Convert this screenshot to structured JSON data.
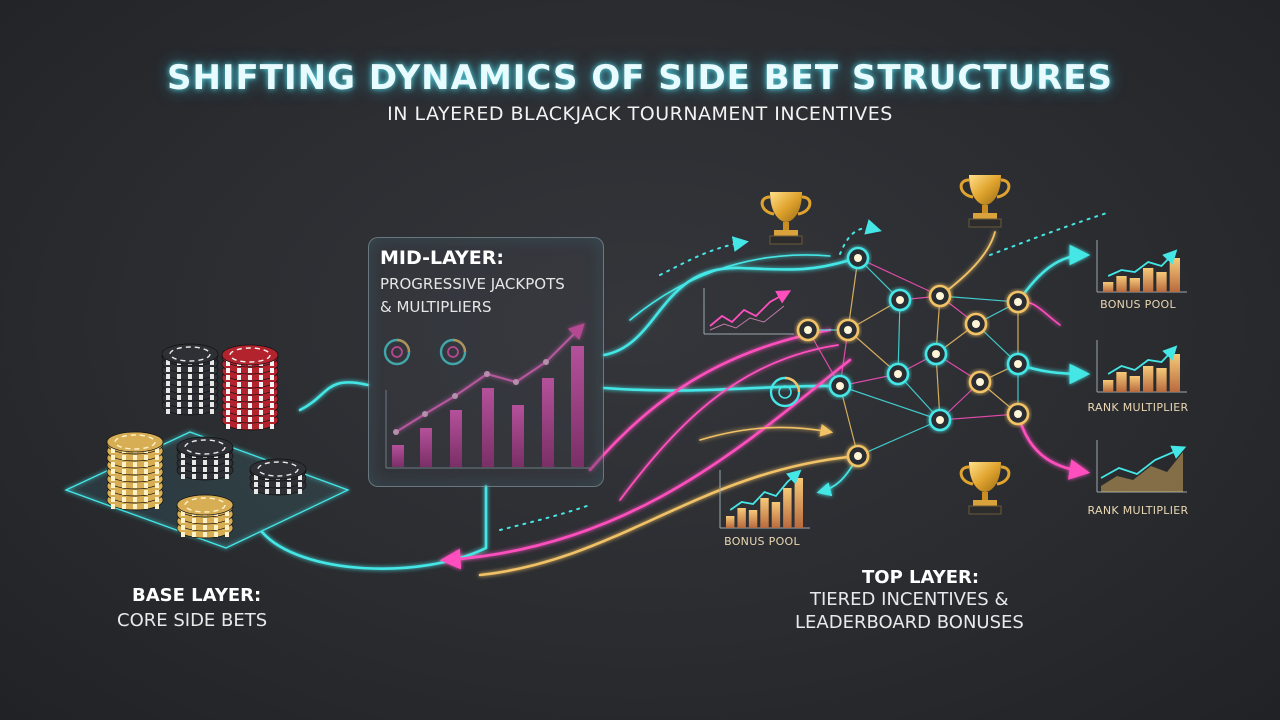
{
  "header": {
    "title": "SHIFTING DYNAMICS OF SIDE BET STRUCTURES",
    "subtitle": "IN LAYERED BLACKJACK TOURNAMENT INCENTIVES"
  },
  "mid_layer": {
    "title": "MID-LAYER:",
    "line1": "PROGRESSIVE JACKPOTS",
    "line2": "& MULTIPLIERS"
  },
  "base_layer": {
    "title": "BASE LAYER:",
    "subtitle": "CORE SIDE BETS"
  },
  "top_layer": {
    "title": "TOP LAYER:",
    "line1": "TIERED INCENTIVES &",
    "line2": "LEADERBOARD BONUSES"
  },
  "mini_charts": {
    "bonus_pool_right": "BONUS POOL",
    "rank_multiplier_1": "RANK MULTIPLIER",
    "rank_multiplier_2": "RANK MULTIPLIER",
    "bonus_pool_bottom": "BONUS POOL"
  },
  "colors": {
    "cyan": "#45e6e6",
    "pink": "#ff4fbf",
    "gold": "#f2c266",
    "background": "#2b2d31"
  },
  "icons": [
    "trophy-icon",
    "trophy-icon",
    "trophy-icon",
    "poker-chip-stack-icon",
    "ring-gauge-icon"
  ]
}
